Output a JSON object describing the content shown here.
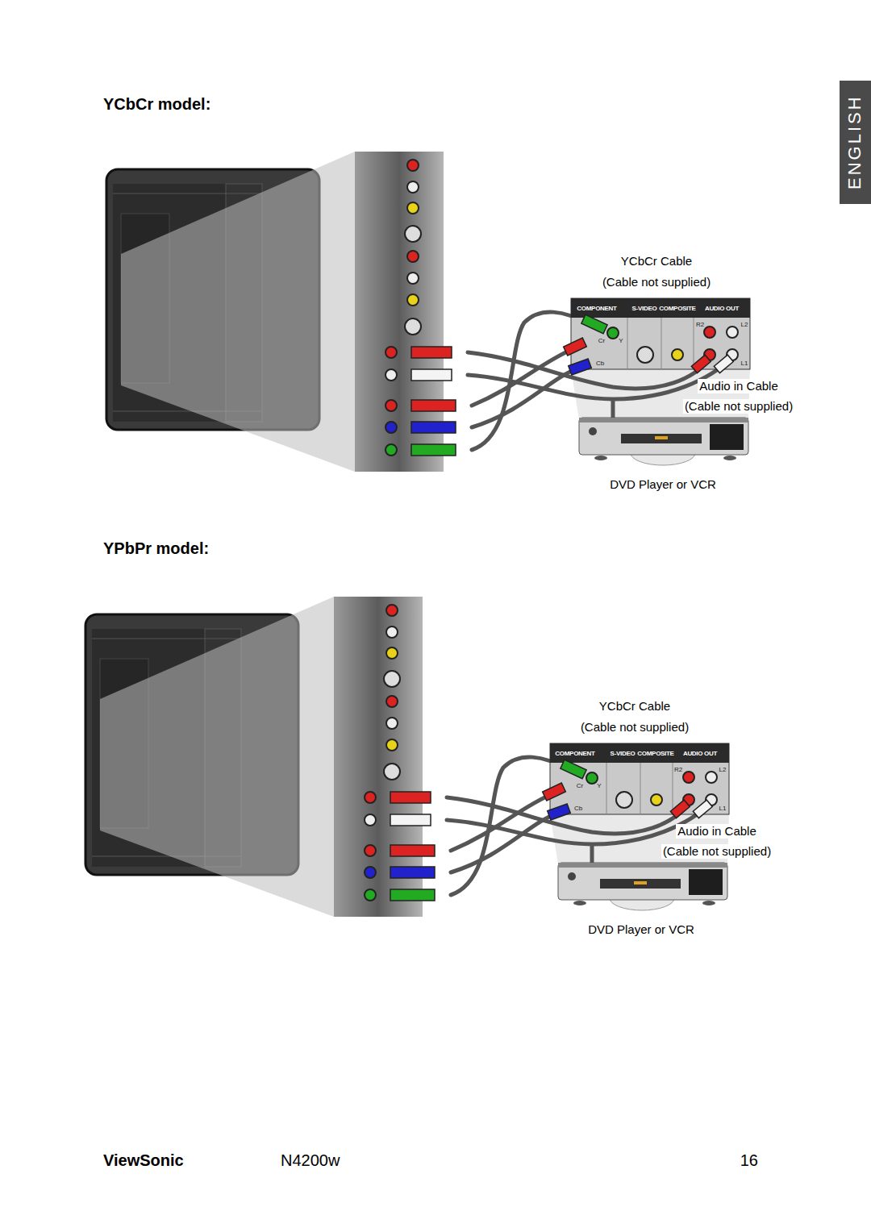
{
  "diagram": {
    "labels": [
      "ENGLISH",
      "YCbCr model:",
      "YCbCr Cable",
      "(Cable not supplied)",
      "COMPONENT",
      "S-VIDEO",
      "COMPOSITE",
      "AUDIO OUT",
      "R2",
      "L2",
      "Cr",
      "Y",
      "Cb",
      "L1",
      "Audio in Cable",
      "(Cable not supplied)",
      "DVD Player or VCR",
      "YPbPr model:",
      "YCbCr Cable",
      "(Cable not supplied)",
      "COMPONENT",
      "S-VIDEO",
      "COMPOSITE",
      "AUDIO OUT",
      "R2",
      "L2",
      "Cr",
      "Y",
      "Cb",
      "L1",
      "Audio in Cable",
      "(Cable not supplied)",
      "DVD Player or VCR",
      "ViewSonic",
      "N4200w",
      "16"
    ]
  }
}
